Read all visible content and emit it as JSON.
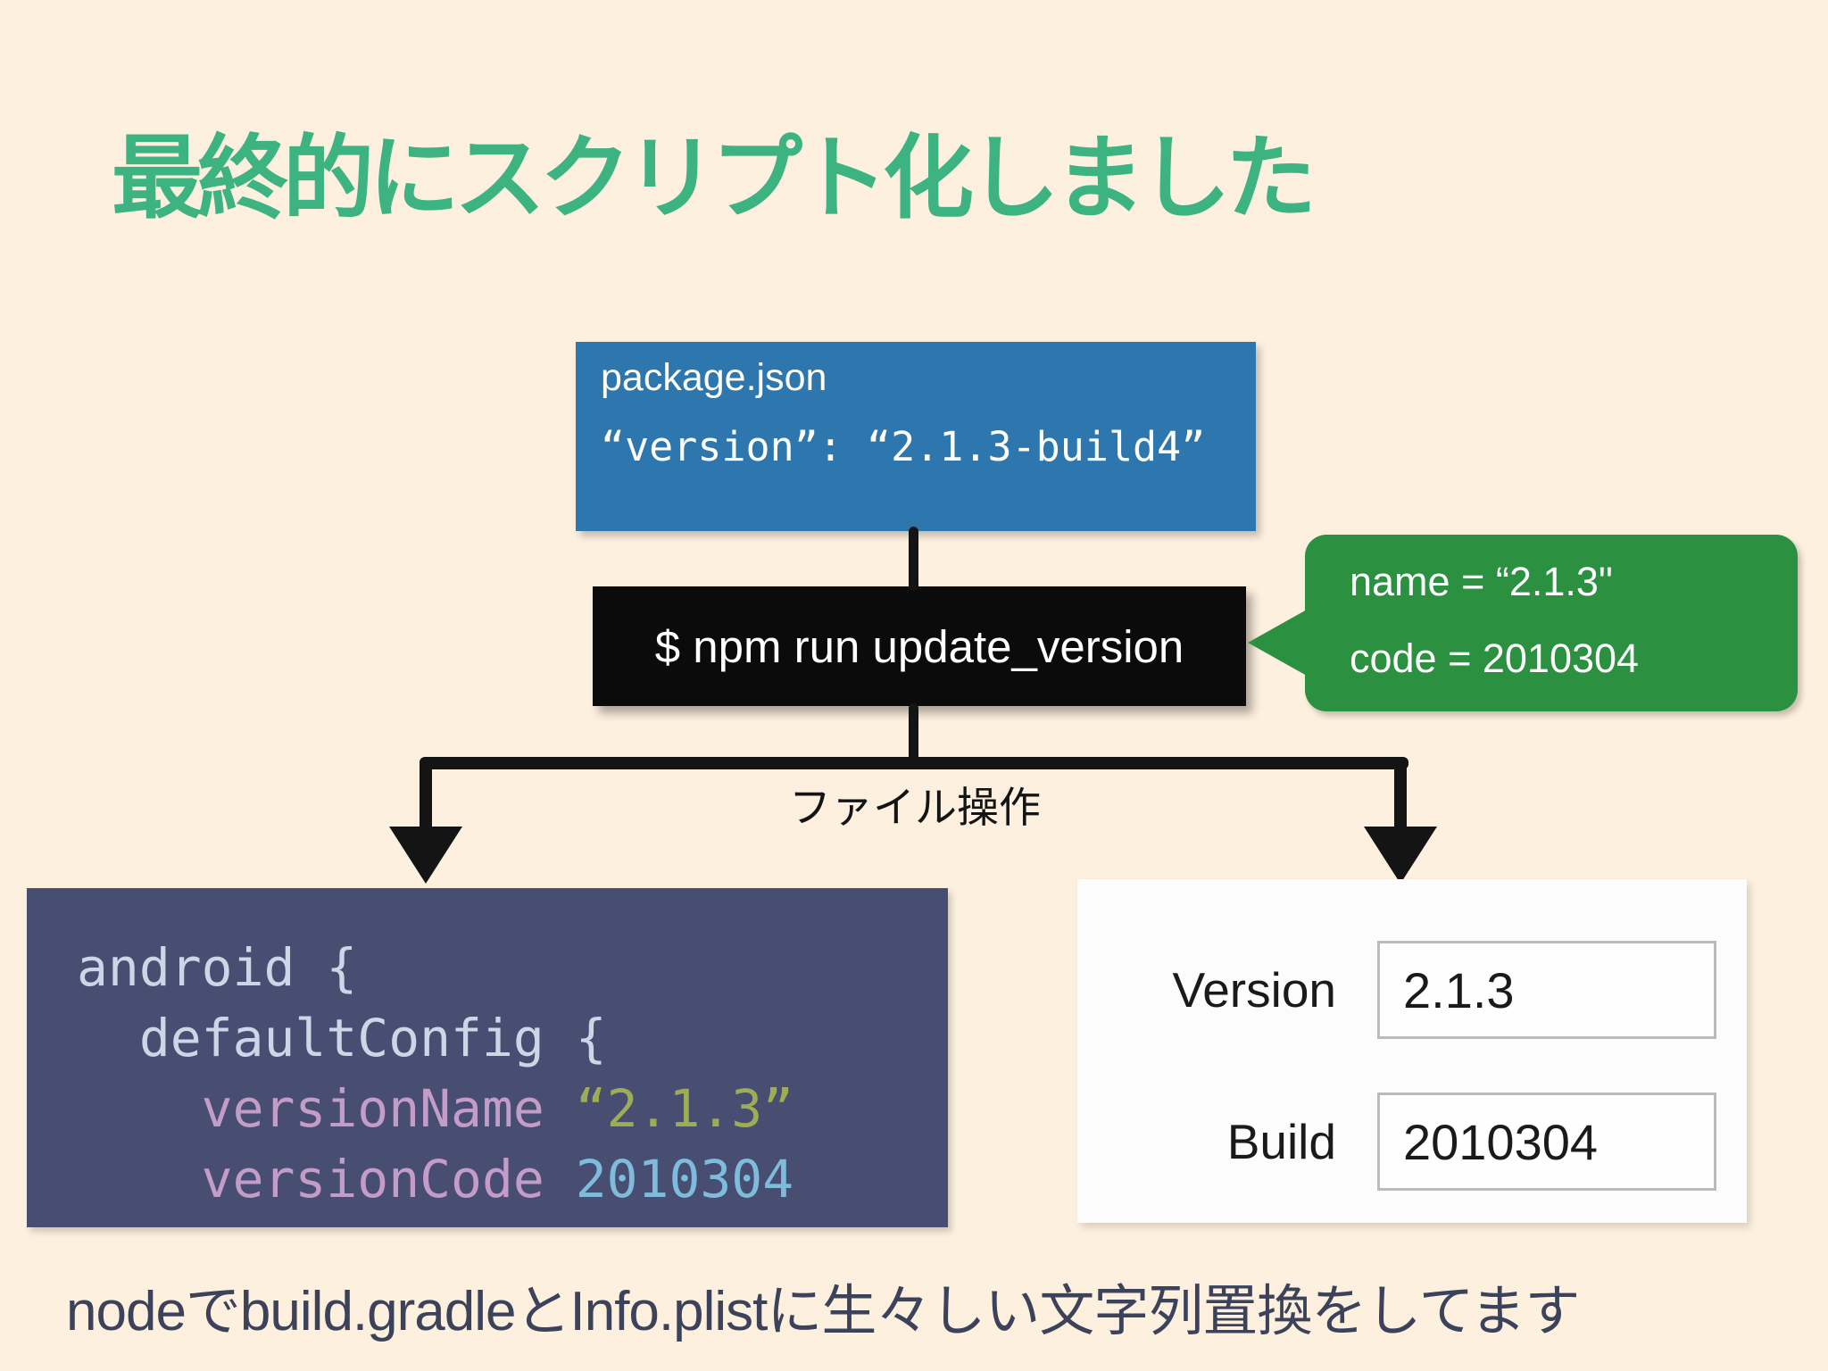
{
  "slide": {
    "title": "最終的にスクリプト化しました",
    "footer": "nodeでbuild.gradleとInfo.plistに生々しい文字列置換をしてます"
  },
  "package_box": {
    "filename": "package.json",
    "code": "“version”: “2.1.3-build4”"
  },
  "command_box": {
    "command": "$ npm run update_version"
  },
  "callout": {
    "line1": "name = “2.1.3\"",
    "line2": "code = 2010304"
  },
  "arrows": {
    "label": "ファイル操作"
  },
  "gradle_box": {
    "line1": "android {",
    "line2": "  defaultConfig {",
    "line3_key": "    versionName ",
    "line3_value": "“2.1.3”",
    "line4_key": "    versionCode ",
    "line4_value": "2010304"
  },
  "xcode_panel": {
    "rows": [
      {
        "label": "Version",
        "value": "2.1.3"
      },
      {
        "label": "Build",
        "value": "2010304"
      }
    ]
  },
  "colors": {
    "background": "#fdf0df",
    "title_green": "#3cb381",
    "package_blue": "#2e77ae",
    "command_black": "#0b0b0b",
    "callout_green": "#2b9140",
    "gradle_slate": "#474e72",
    "code_default": "#ccd6e6",
    "code_key_pink": "#c49cc8",
    "code_string_olive": "#9cad55",
    "code_number_blue": "#7fbcdc",
    "footer_navy": "#3c4259"
  }
}
